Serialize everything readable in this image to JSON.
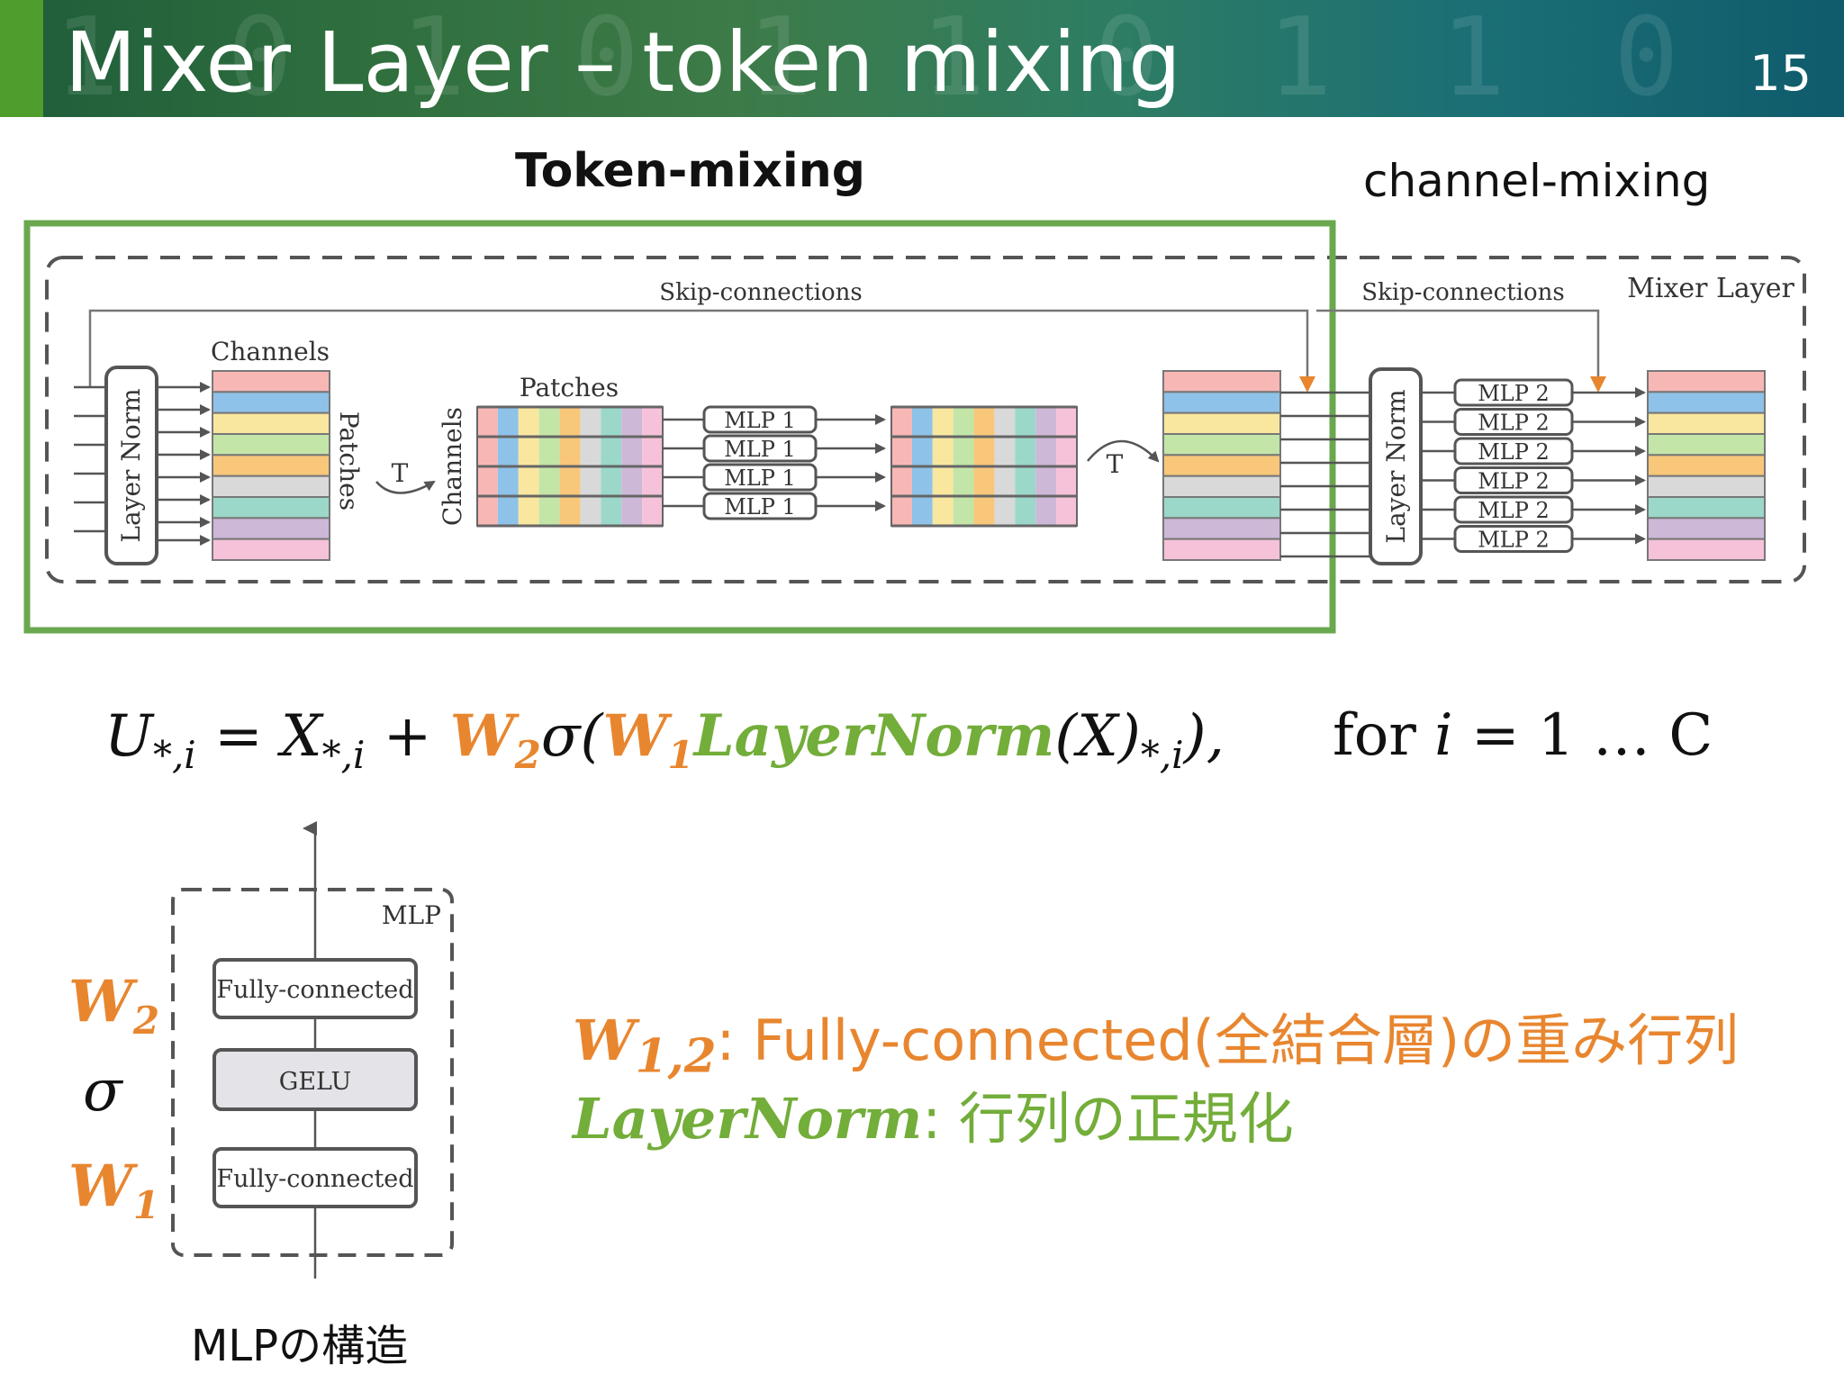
{
  "slide": {
    "title": "Mixer Layer – token mixing",
    "page_number": "15"
  },
  "labels": {
    "token_mixing": "Token-mixing",
    "channel_mixing": "channel-mixing"
  },
  "diagram": {
    "skip1": "Skip-connections",
    "skip2": "Skip-connections",
    "mixer_layer": "Mixer Layer",
    "channels": "Channels",
    "patches_side": "Patches",
    "patches": "Patches",
    "channels_side": "Channels",
    "layer_norm": "Layer Norm",
    "transpose": "T",
    "mlp1": "MLP 1",
    "mlp2": "MLP 2",
    "colors": [
      "#f7b7b5",
      "#8ec2e8",
      "#f9e79f",
      "#c3e5a8",
      "#f8c77a",
      "#d9d9d9",
      "#9bd8c9",
      "#cdb8d8",
      "#f5c2d9"
    ],
    "accent_green": "#6aa84f",
    "accent_orange": "#e8862f",
    "formula_green": "#73ad3a"
  },
  "formula": {
    "lhs": "U",
    "lhs_sub": "*,i",
    "eq": "=",
    "x": "X",
    "x_sub": "*,i",
    "plus": "+",
    "w2": "W",
    "w2_sub": "2",
    "sigma": "σ(",
    "w1": "W",
    "w1_sub": "1",
    "layernorm": "LayerNorm",
    "arg": "(X)",
    "arg_sub": "*,i",
    "close": "),",
    "cond_for": "for",
    "cond_i": "i",
    "cond_range": "= 1 … C"
  },
  "mlp_diagram": {
    "title": "MLP",
    "fc_top": "Fully-connected",
    "gelu": "GELU",
    "fc_bottom": "Fully-connected",
    "caption": "MLPの構造",
    "w2_label": "W",
    "w2_sub": "2",
    "sigma_label": "σ",
    "w1_label": "W",
    "w1_sub": "1"
  },
  "description": {
    "line1_symbol": "W",
    "line1_sub": "1,2",
    "line1_text": ": Fully-connected(全結合層)の重み行列",
    "line2_symbol": "LayerNorm",
    "line2_text": ": 行列の正規化"
  }
}
